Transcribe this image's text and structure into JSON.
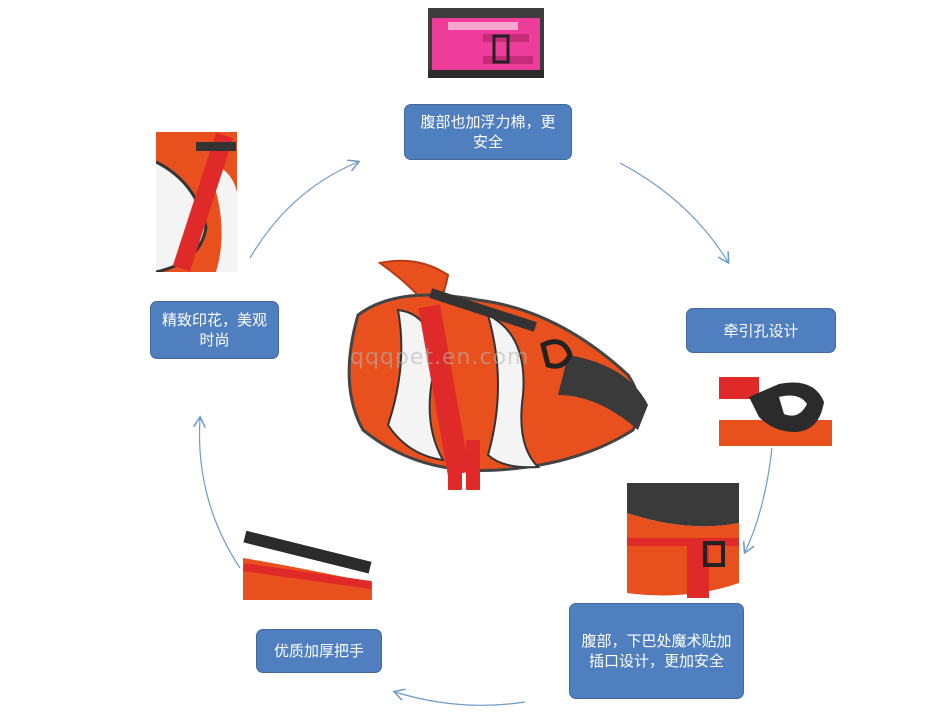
{
  "labels": {
    "top": "腹部也加浮力棉，更安全",
    "right": "牵引孔设计",
    "bottom_right": "腹部，下巴处魔术贴加插口设计，更加安全",
    "bottom_left": "优质加厚把手",
    "left": "精致印花，美观时尚"
  },
  "watermark": "qqqpet.en.com",
  "colors": {
    "label_bg": "#4f7fbf",
    "vest_orange": "#e8501e",
    "strap_red": "#e02a2a",
    "stripe_white": "#f4f4f4",
    "arrow": "#6f9bc8"
  }
}
